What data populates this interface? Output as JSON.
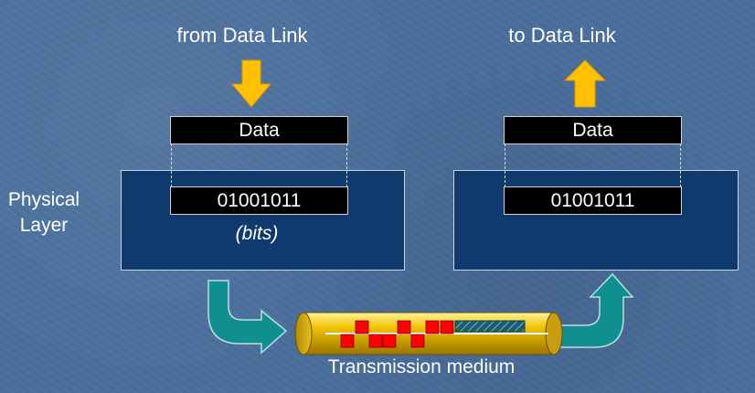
{
  "labels": {
    "from_data_link": "from Data Link",
    "to_data_link": "to Data Link",
    "physical": "Physical",
    "layer": "Layer",
    "transmission_medium": "Transmission medium"
  },
  "sender": {
    "data": "Data",
    "bits_value": "01001011",
    "bits_caption": "(bits)"
  },
  "receiver": {
    "data": "Data",
    "bits_value": "01001011"
  },
  "colors": {
    "background": "#4a6e9c",
    "layer_box": "#0e3a6e",
    "arrow_yellow": "#ffc000",
    "arrow_teal": "#0f8f8f",
    "cable": "#d8a800",
    "signal_red": "#ff0000"
  },
  "icons": [
    "down-arrow-icon",
    "up-arrow-icon",
    "curved-arrow-down-right-icon",
    "curved-arrow-right-up-icon",
    "cable-icon"
  ]
}
